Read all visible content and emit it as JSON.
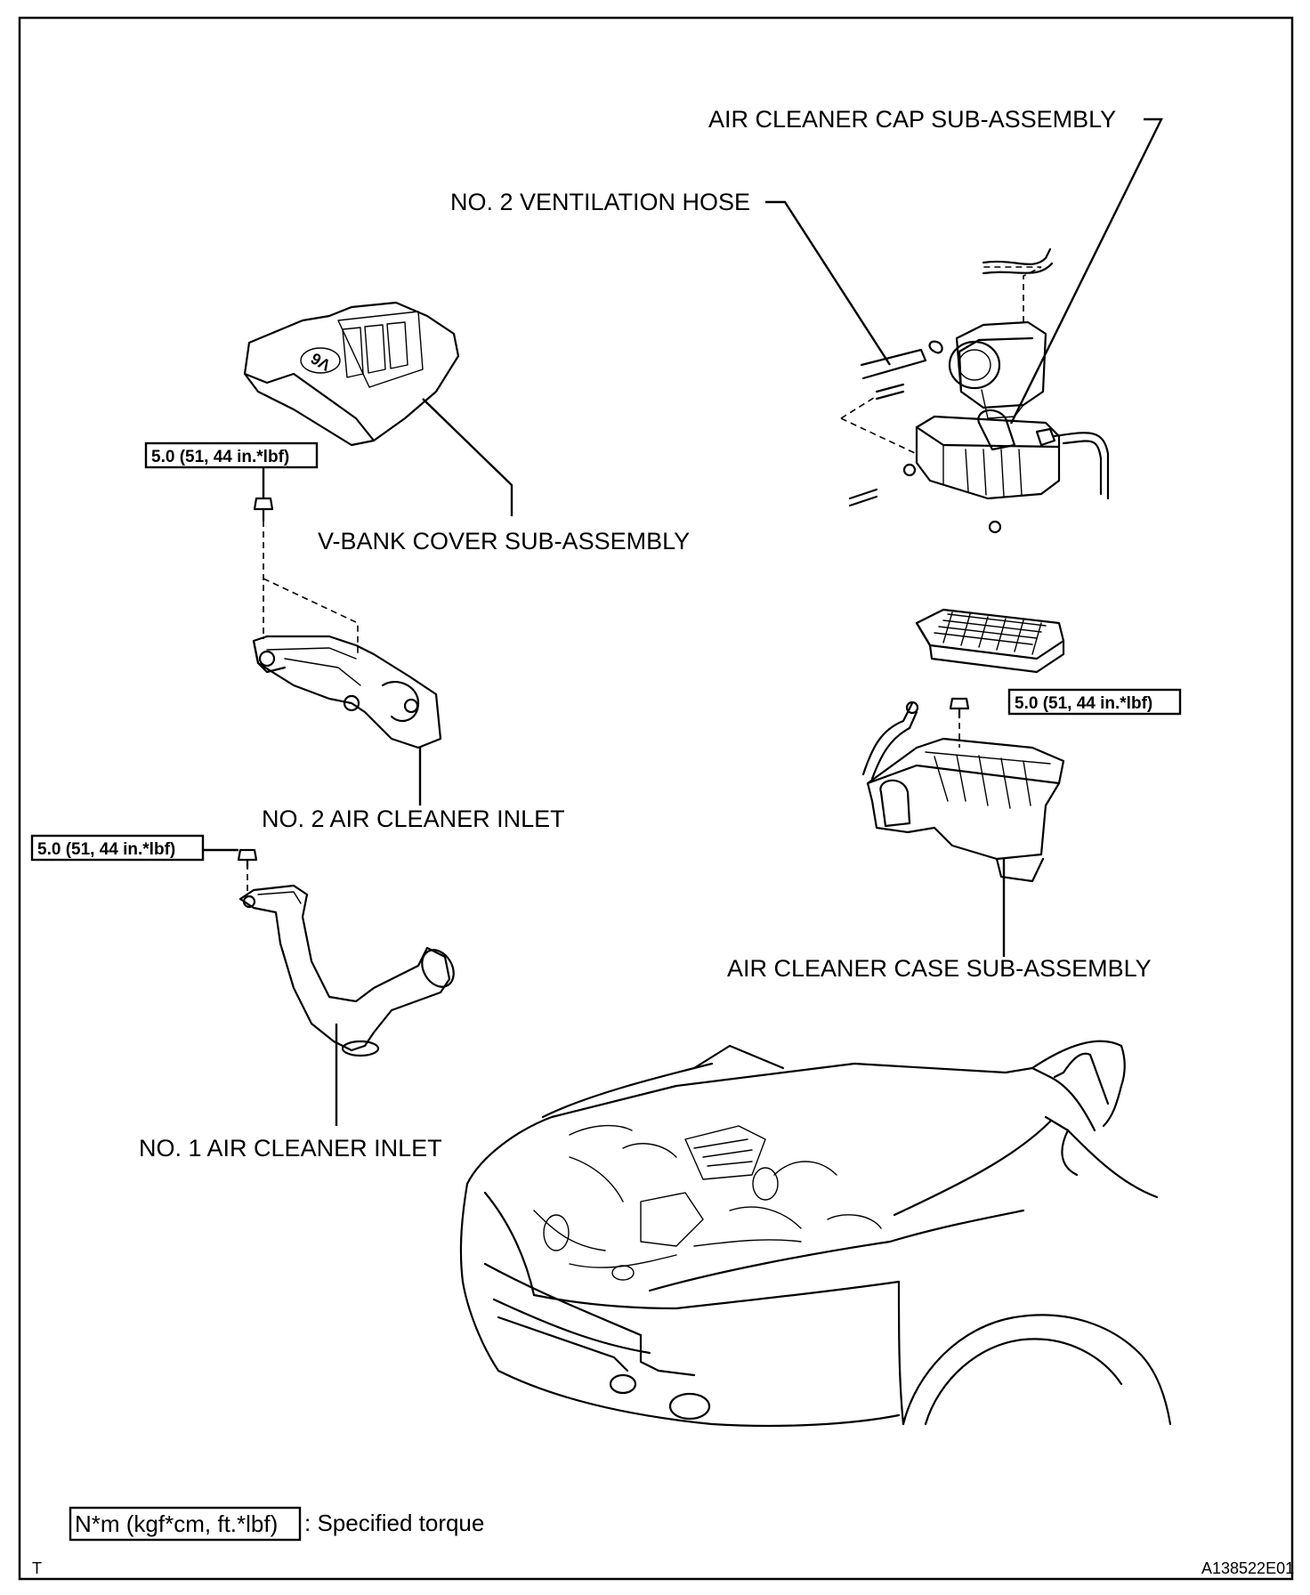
{
  "labels": {
    "air_cleaner_cap": "AIR CLEANER CAP SUB-ASSEMBLY",
    "ventilation_hose": "NO. 2 VENTILATION HOSE",
    "vbank_cover": "V-BANK COVER SUB-ASSEMBLY",
    "inlet_no2": "NO. 2 AIR CLEANER INLET",
    "inlet_no1": "NO. 1 AIR CLEANER INLET",
    "air_cleaner_case": "AIR CLEANER CASE SUB-ASSEMBLY"
  },
  "torque": {
    "vbank_bolt": "5.0 (51, 44 in.*lbf)",
    "inlet_no1_bolt": "5.0 (51, 44 in.*lbf)",
    "case_bolt": "5.0 (51, 44 in.*lbf)"
  },
  "legend": {
    "symbol": "N*m (kgf*cm, ft.*lbf)",
    "description": ": Specified torque"
  },
  "footer": {
    "left_mark": "T",
    "figure_id": "A138522E01"
  },
  "cover_badge": "V6"
}
